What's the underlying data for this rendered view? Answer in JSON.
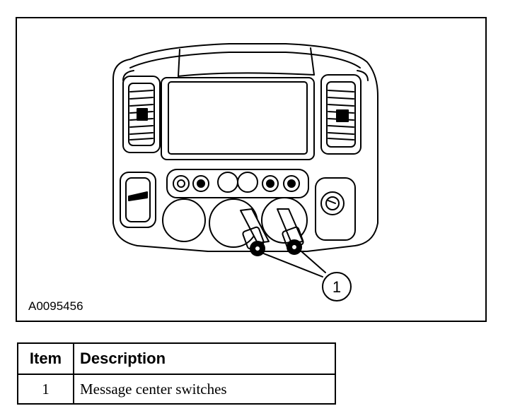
{
  "figure": {
    "id": "A0095456",
    "callout": "1"
  },
  "legend": {
    "headers": [
      "Item",
      "Description"
    ],
    "rows": [
      {
        "item": "1",
        "description": "Message center switches"
      }
    ]
  }
}
